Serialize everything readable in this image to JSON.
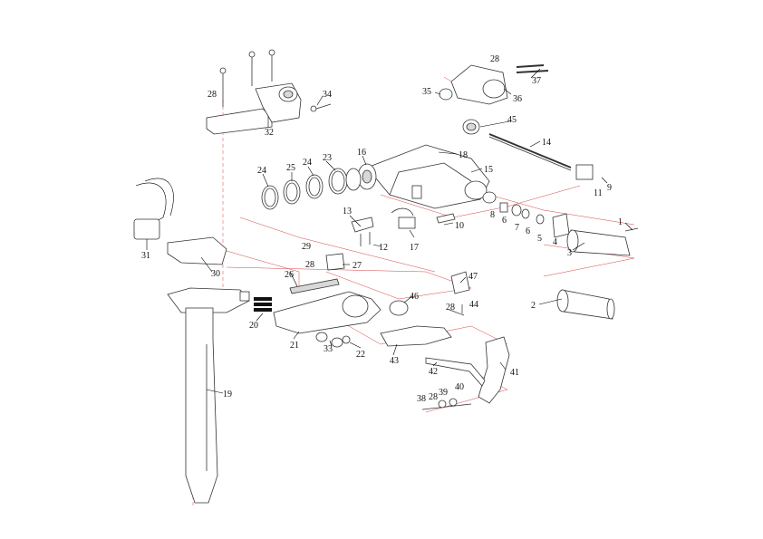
{
  "callouts": [
    {
      "id": "c1",
      "label": "1"
    },
    {
      "id": "c2",
      "label": "2"
    },
    {
      "id": "c3",
      "label": "3"
    },
    {
      "id": "c4",
      "label": "4"
    },
    {
      "id": "c5",
      "label": "5"
    },
    {
      "id": "c6a",
      "label": "6"
    },
    {
      "id": "c6b",
      "label": "6"
    },
    {
      "id": "c7",
      "label": "7"
    },
    {
      "id": "c8",
      "label": "8"
    },
    {
      "id": "c9",
      "label": "9"
    },
    {
      "id": "c10",
      "label": "10"
    },
    {
      "id": "c11",
      "label": "11"
    },
    {
      "id": "c12",
      "label": "12"
    },
    {
      "id": "c13",
      "label": "13"
    },
    {
      "id": "c14",
      "label": "14"
    },
    {
      "id": "c15",
      "label": "15"
    },
    {
      "id": "c16",
      "label": "16"
    },
    {
      "id": "c17",
      "label": "17"
    },
    {
      "id": "c18",
      "label": "18"
    },
    {
      "id": "c19",
      "label": "19"
    },
    {
      "id": "c20",
      "label": "20"
    },
    {
      "id": "c21",
      "label": "21"
    },
    {
      "id": "c22",
      "label": "22"
    },
    {
      "id": "c23",
      "label": "23"
    },
    {
      "id": "c24a",
      "label": "24"
    },
    {
      "id": "c24b",
      "label": "24"
    },
    {
      "id": "c25",
      "label": "25"
    },
    {
      "id": "c26",
      "label": "26"
    },
    {
      "id": "c27",
      "label": "27"
    },
    {
      "id": "c28a",
      "label": "28"
    },
    {
      "id": "c28b",
      "label": "28"
    },
    {
      "id": "c28c",
      "label": "28"
    },
    {
      "id": "c28d",
      "label": "28"
    },
    {
      "id": "c28e",
      "label": "28"
    },
    {
      "id": "c29",
      "label": "29"
    },
    {
      "id": "c30",
      "label": "30"
    },
    {
      "id": "c31",
      "label": "31"
    },
    {
      "id": "c32",
      "label": "32"
    },
    {
      "id": "c33",
      "label": "33"
    },
    {
      "id": "c34",
      "label": "34"
    },
    {
      "id": "c35",
      "label": "35"
    },
    {
      "id": "c36",
      "label": "36"
    },
    {
      "id": "c37",
      "label": "37"
    },
    {
      "id": "c38",
      "label": "38"
    },
    {
      "id": "c39",
      "label": "39"
    },
    {
      "id": "c40",
      "label": "40"
    },
    {
      "id": "c41",
      "label": "41"
    },
    {
      "id": "c42",
      "label": "42"
    },
    {
      "id": "c43",
      "label": "43"
    },
    {
      "id": "c44",
      "label": "44"
    },
    {
      "id": "c45",
      "label": "45"
    },
    {
      "id": "c46",
      "label": "46"
    },
    {
      "id": "c47",
      "label": "47"
    }
  ],
  "colors": {
    "guide_lines": "#d64545",
    "linework": "#333333",
    "background": "#ffffff"
  }
}
